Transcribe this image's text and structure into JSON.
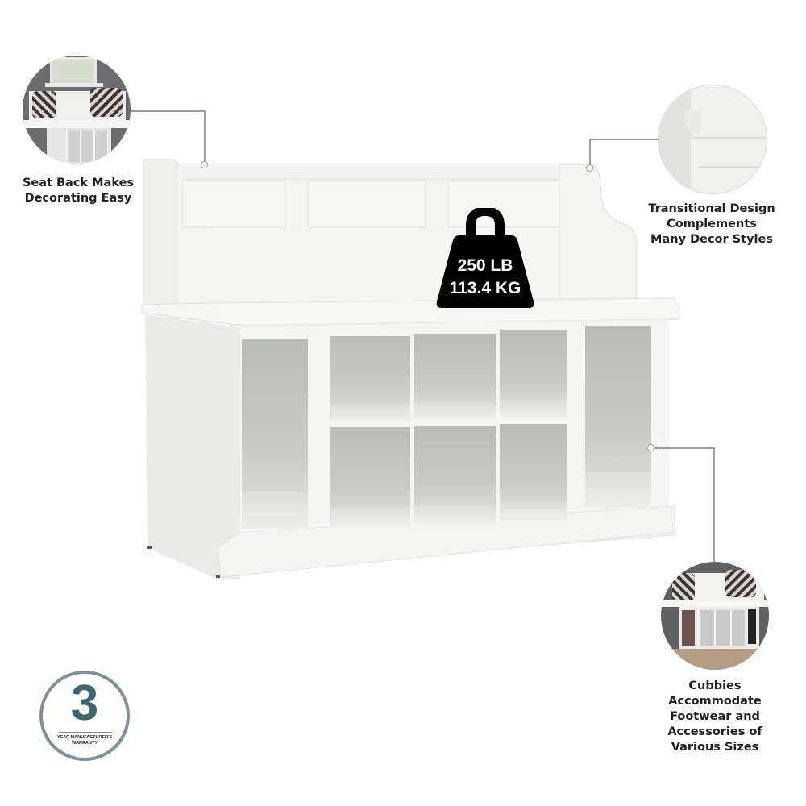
{
  "features": [
    {
      "id": "seat-back",
      "label_line1": "Seat Back Makes",
      "label_line2": "Decorating Easy"
    },
    {
      "id": "transitional-design",
      "label_line1": "Transitional Design",
      "label_line2": "Complements",
      "label_line3": "Many Decor Styles"
    },
    {
      "id": "cubbies",
      "label_line1": "Cubbies",
      "label_line2": "Accommodate",
      "label_line3": "Footwear and",
      "label_line4": "Accessories of",
      "label_line5": "Various Sizes"
    }
  ],
  "weight_capacity": {
    "lb": "250 LB",
    "kg": "113.4 KG",
    "icon": "weight-icon"
  },
  "warranty": {
    "years": "3",
    "text_line1": "YEAR MANUFACTURER'S",
    "text_line2": "WARRANTY",
    "color": "#3f6670"
  },
  "colors": {
    "leader_line": "#a39a95",
    "caption_text": "#231f20",
    "bench": "#f4f4f3",
    "cubby_interior": "#c4c5c3"
  }
}
